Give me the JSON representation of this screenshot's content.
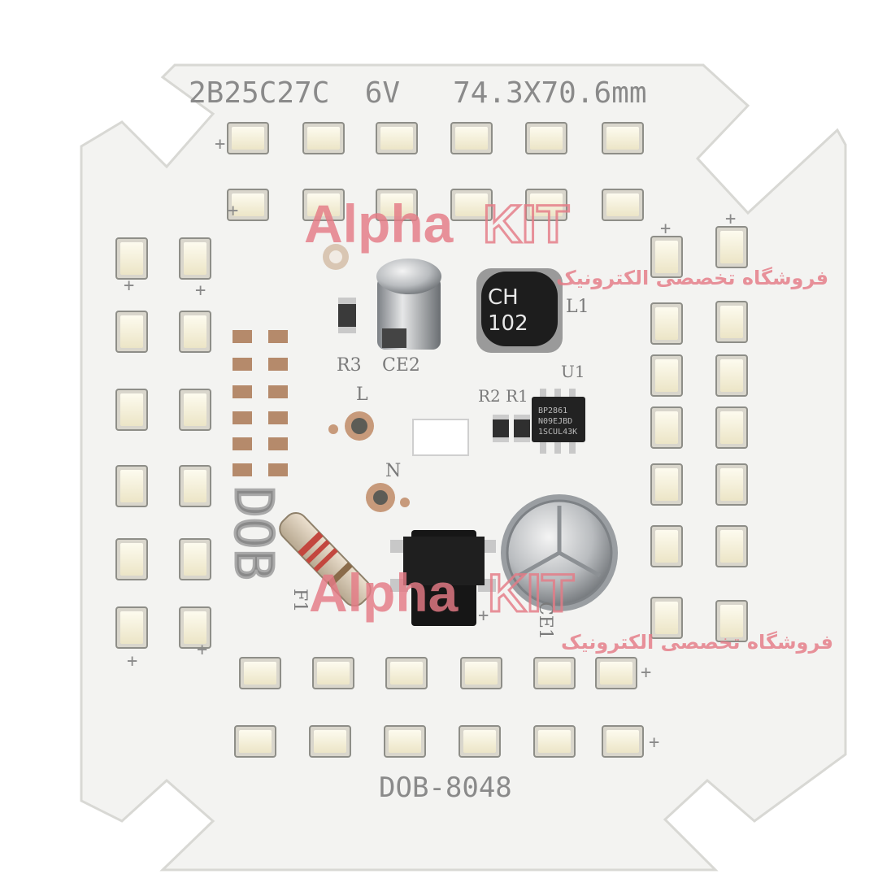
{
  "board": {
    "model_spec": "2B25C27C  6V   74.3X70.6mm",
    "part_number": "DOB-8048",
    "logo_text": "DOB",
    "pcb_color": "#f3f3f1",
    "pad_color": "#b58a6b"
  },
  "silkscreen": {
    "r3": "R3",
    "ce2": "CE2",
    "l1": "L1",
    "u1": "U1",
    "r2": "R2",
    "r1": "R1",
    "line_l": "L",
    "neutral_n": "N",
    "f1": "F1",
    "ce1": "CE1",
    "plus": "+"
  },
  "components": {
    "inductor_marking_line1": "CH",
    "inductor_marking_line2": "102",
    "ic_marking_line1": "BP2861",
    "ic_marking_line2": "N09EJBD",
    "ic_marking_line3": "1SCUL43K"
  },
  "watermark": {
    "brand_alpha": "Alpha",
    "brand_kit": "KIT",
    "tagline": "فروشگاه تخصصی الکترونیک",
    "color": "#e57b86"
  }
}
